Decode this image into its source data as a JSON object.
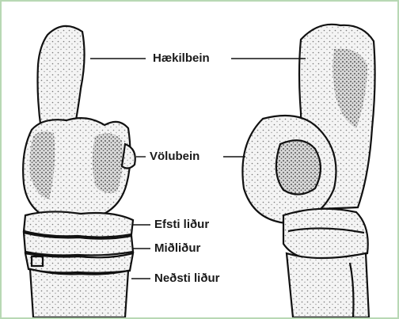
{
  "figure": {
    "labels": {
      "calcaneus": "Hækilbein",
      "talus": "Völubein",
      "upper_joint": "Efsti liður",
      "middle_joint": "Miðliður",
      "lower_joint": "Neðsti liður"
    }
  },
  "colors": {
    "frame": "#b8d8b4",
    "ink": "#1a1a1a",
    "paper": "#ffffff"
  }
}
